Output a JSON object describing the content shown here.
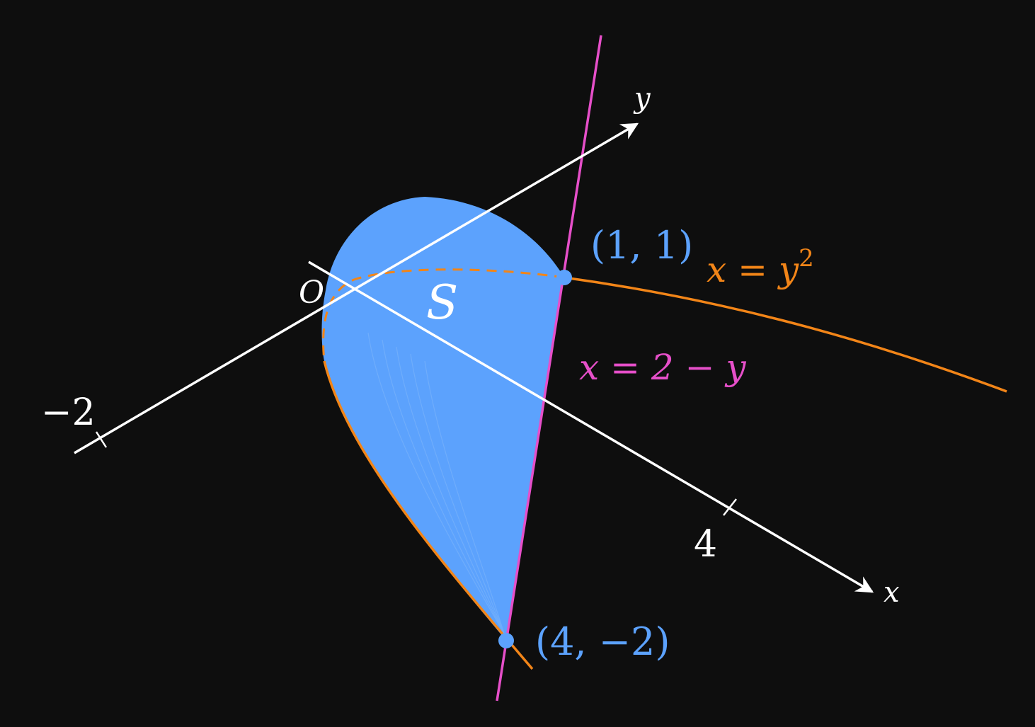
{
  "colors": {
    "background": "#0e0e0e",
    "axis": "#ffffff",
    "region": "#5ca2fd",
    "parabola": "#f28518",
    "line": "#e64fc9",
    "point": "#5ca2fd"
  },
  "axes": {
    "x_label": "x",
    "y_label": "y",
    "origin_label": "O",
    "x_tick_label": "4",
    "y_tick_label": "−2"
  },
  "region": {
    "label": "S"
  },
  "curves": {
    "parabola": {
      "lhs": "x = y",
      "exponent": "2"
    },
    "line": {
      "label": "x = 2 − y"
    }
  },
  "points": [
    {
      "label": "(1, 1)"
    },
    {
      "label": "(4, −2)"
    }
  ]
}
